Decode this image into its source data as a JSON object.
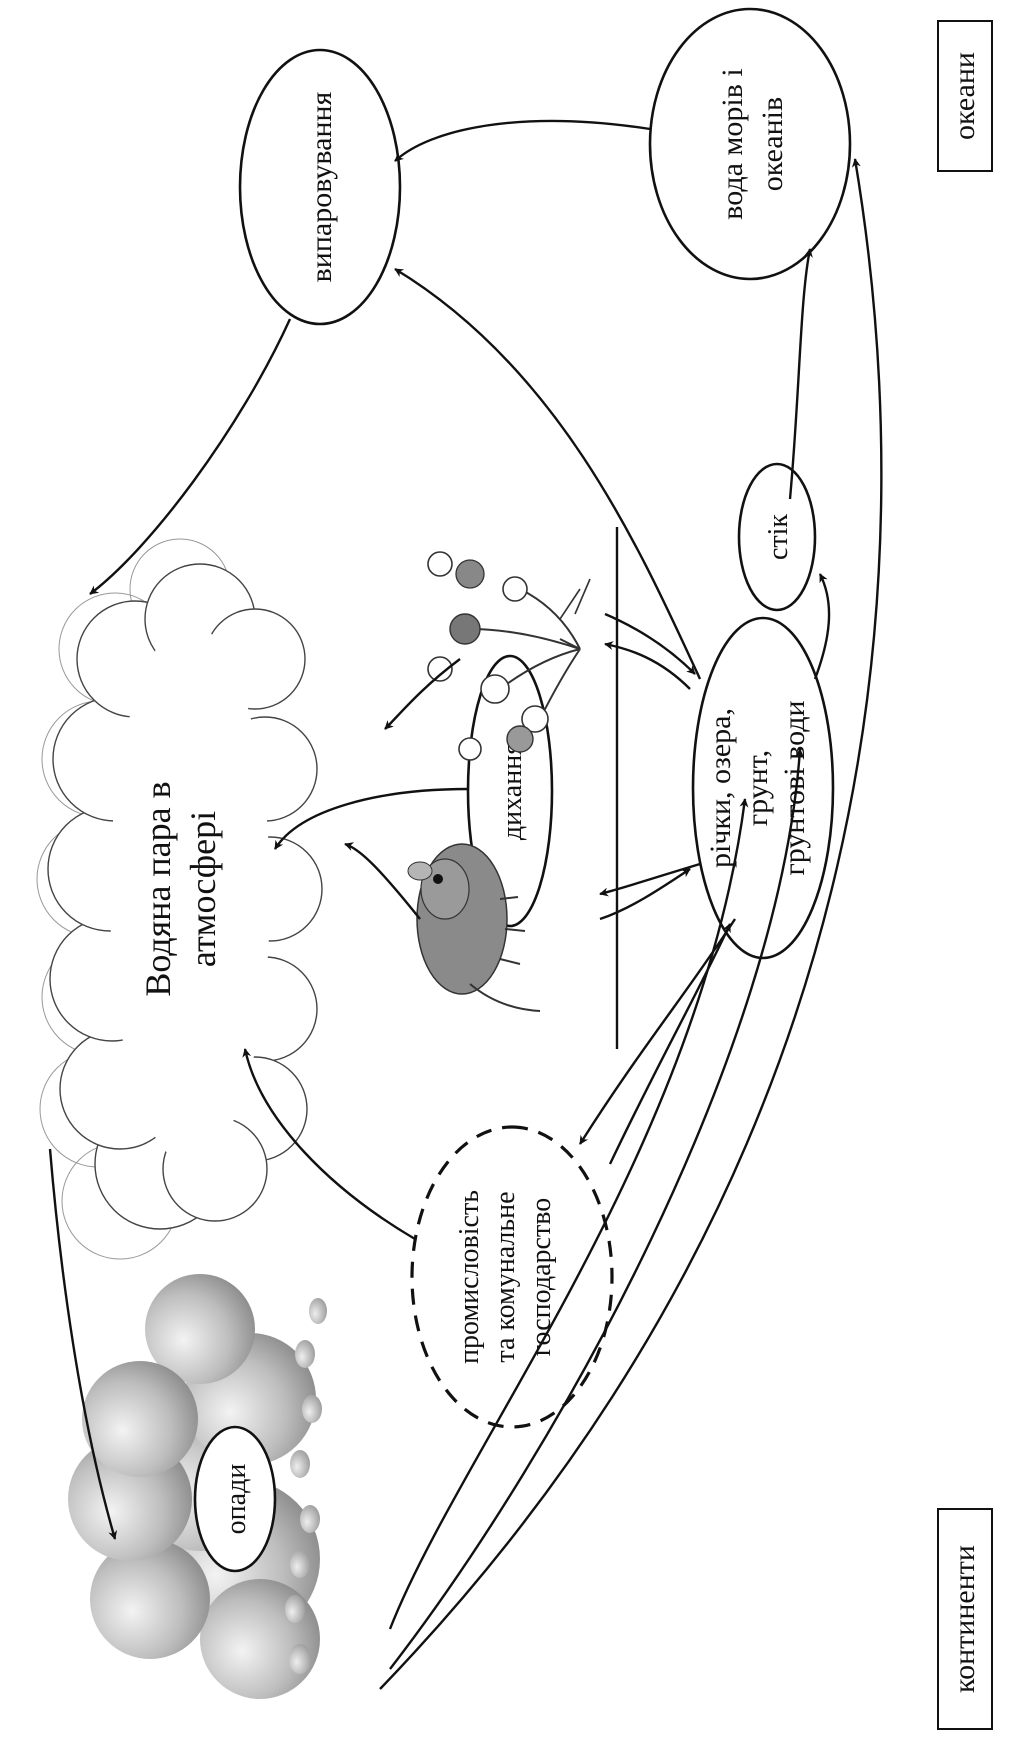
{
  "diagram": {
    "nodes": {
      "vapor": [
        "Водяна пара в",
        "атмосфері"
      ],
      "evaporation": "випаровування",
      "sea_water": [
        "вода морів і",
        "океанів"
      ],
      "respiration": "дихання",
      "runoff": "стік",
      "surface_water": [
        "річки, озера,",
        "грунт,",
        "грунтові води"
      ],
      "industry": [
        "промисловість",
        "та комунальне",
        "господарство"
      ],
      "precipitation": "опади"
    },
    "zones": {
      "oceans": "океани",
      "continents": "континенти"
    },
    "illustrations": {
      "rodent": "rodent-drawing",
      "plant": "clover-plant-drawing",
      "cloud": "cloud-icon",
      "rain_cloud": "rain-cloud-icon"
    },
    "colors": {
      "ink": "#111111",
      "rain_cloud": "#c8c8c8",
      "background": "#ffffff"
    }
  }
}
